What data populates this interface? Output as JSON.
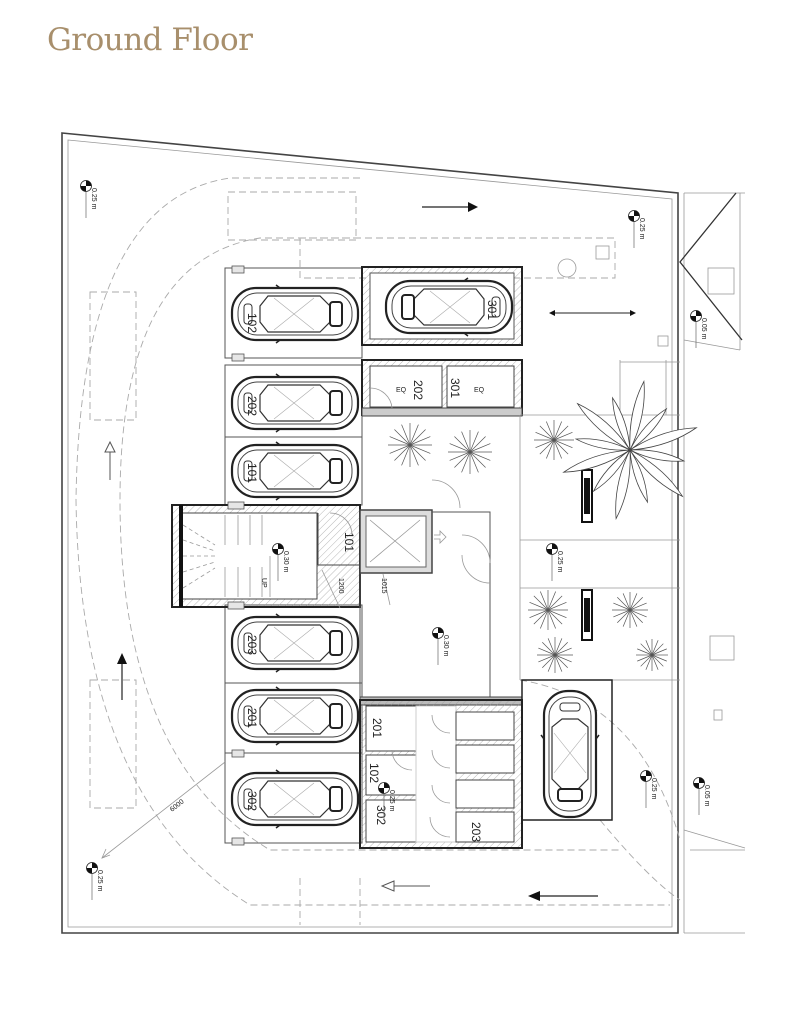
{
  "title": "Ground Floor",
  "parking": {
    "left_bays": [
      "102",
      "202",
      "101",
      "203",
      "201",
      "302"
    ],
    "top_bay": "301"
  },
  "storage": {
    "top": [
      "202",
      "301"
    ],
    "eq": "EQ",
    "bottom": [
      "201",
      "102",
      "302",
      "203"
    ]
  },
  "rooms": {
    "room_101": "101",
    "stair_up": "UP"
  },
  "levels": [
    "0.25 m",
    "0.25 m",
    "0.05 m",
    "0.30 m",
    "0.30 m",
    "0.25 m",
    "0.25 m",
    "0.05 m",
    "0.25 m",
    "0.25 m"
  ],
  "dimensions": {
    "d1": "1200",
    "d2": "1015",
    "d3": "6000"
  },
  "colors": {
    "title": "#a88f6c",
    "wall": "#222222"
  }
}
